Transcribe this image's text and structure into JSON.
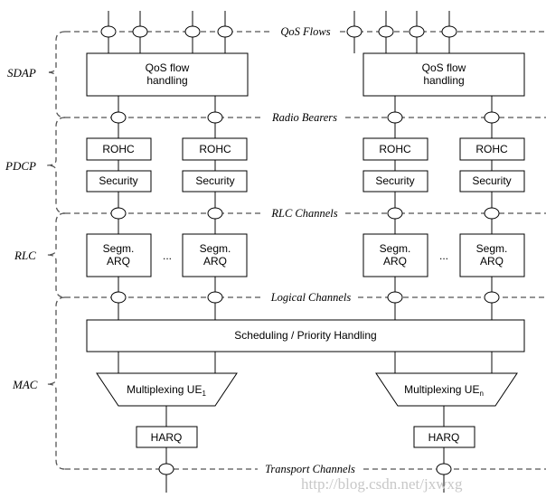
{
  "layers": {
    "sdap": "SDAP",
    "pdcp": "PDCP",
    "rlc": "RLC",
    "mac": "MAC"
  },
  "channels": {
    "qos_flows": "QoS Flows",
    "radio_bearers": "Radio Bearers",
    "rlc_channels": "RLC Channels",
    "logical_channels": "Logical Channels",
    "transport_channels": "Transport Channels"
  },
  "blocks": {
    "qos_line1": "QoS flow",
    "qos_line2": "handling",
    "rohc": "ROHC",
    "security": "Security",
    "segm_line1": "Segm.",
    "segm_line2": "ARQ",
    "ellipsis": "...",
    "scheduling": "Scheduling / Priority Handling",
    "mux_prefix": "Multiplexing UE",
    "mux_sub_1": "1",
    "mux_sub_n": "n",
    "harq": "HARQ"
  },
  "watermark": "http://blog.csdn.net/jxwxg"
}
